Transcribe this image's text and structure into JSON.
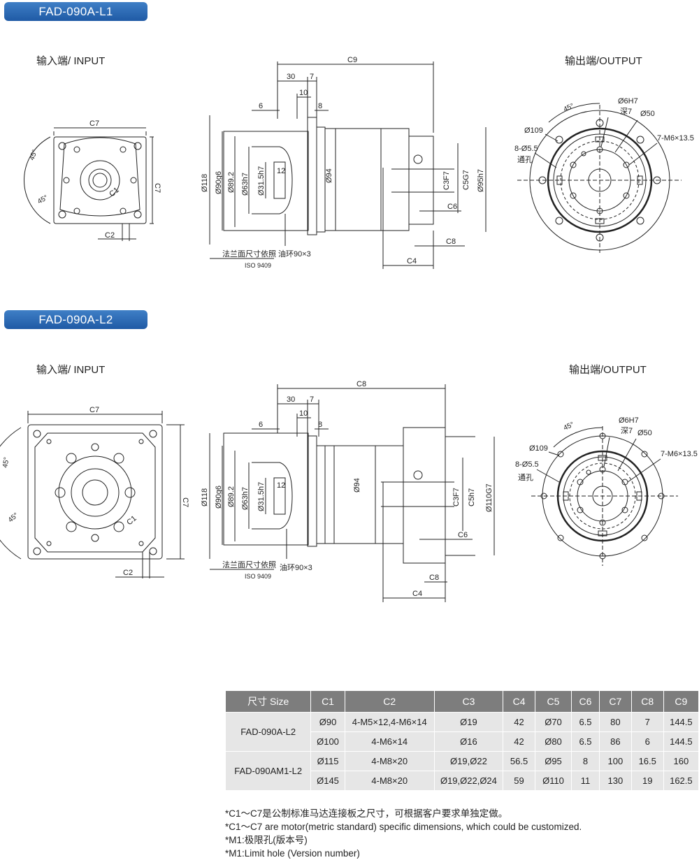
{
  "sections": [
    {
      "title": "FAD-090A-L1",
      "input_label": "输入端/ INPUT",
      "output_label": "输出端/OUTPUT",
      "input_dims": {
        "c7_top": "C7",
        "c7_side": "C7",
        "c2": "C2",
        "c1": "C1",
        "angle_a": "45°",
        "angle_b": "45°"
      },
      "side_dims": {
        "c9": "C9",
        "d30": "30",
        "d7": "7",
        "d10": "10",
        "d6": "6",
        "d8": "8",
        "d118": "Ø118",
        "d90": "Ø90g6",
        "d89": "Ø89.2",
        "d63": "Ø63h7",
        "d31": "Ø31.5h7",
        "d12": "12",
        "d94": "Ø94",
        "c3": "C3F7",
        "c5": "C5G7",
        "d95": "Ø95h7",
        "c6": "C6",
        "c8": "C8",
        "c4": "C4",
        "flange_note": "法兰面尺寸依照",
        "iso": "ISO 9409",
        "oring": "油环90×3"
      },
      "output_dims": {
        "angle": "45°",
        "d6h7": "Ø6H7",
        "depth": "深7",
        "d50": "Ø50",
        "d109": "Ø109",
        "holes": "8-Ø5.5",
        "through": "通孔",
        "threads": "7-M6×13.5"
      }
    },
    {
      "title": "FAD-090A-L2",
      "input_label": "输入端/ INPUT",
      "output_label": "输出端/OUTPUT",
      "input_dims": {
        "c7_top": "C7",
        "c7_side": "C7",
        "c2": "C2",
        "c1": "C1",
        "angle_a": "45°",
        "angle_b": "45°"
      },
      "side_dims": {
        "c9": "C8",
        "d30": "30",
        "d7": "7",
        "d10": "10",
        "d6": "6",
        "d8": "8",
        "d118": "Ø118",
        "d90": "Ø90g6",
        "d89": "Ø89.2",
        "d63": "Ø63h7",
        "d31": "Ø31.5h7",
        "d12": "12",
        "d94": "Ø94",
        "c3": "C3F7",
        "c5": "C5h7",
        "d95": "Ø110G7",
        "c6": "C6",
        "c8": "C8",
        "c4": "C4",
        "flange_note": "法兰面尺寸依照",
        "iso": "ISO 9409",
        "oring": "油环90×3"
      },
      "output_dims": {
        "angle": "45°",
        "d6h7": "Ø6H7",
        "depth": "深7",
        "d50": "Ø50",
        "d109": "Ø109",
        "holes": "8-Ø5.5",
        "through": "通孔",
        "threads": "7-M6×13.5"
      }
    }
  ],
  "table": {
    "headers": [
      "尺寸 Size",
      "C1",
      "C2",
      "C3",
      "C4",
      "C5",
      "C6",
      "C7",
      "C8",
      "C9"
    ],
    "groups": [
      {
        "model": "FAD-090A-L2",
        "rows": [
          [
            "Ø90",
            "4-M5×12,4-M6×14",
            "Ø19",
            "42",
            "Ø70",
            "6.5",
            "80",
            "7",
            "144.5"
          ],
          [
            "Ø100",
            "4-M6×14",
            "Ø16",
            "42",
            "Ø80",
            "6.5",
            "86",
            "6",
            "144.5"
          ]
        ]
      },
      {
        "model": "FAD-090AM1-L2",
        "rows": [
          [
            "Ø115",
            "4-M8×20",
            "Ø19,Ø22",
            "56.5",
            "Ø95",
            "8",
            "100",
            "16.5",
            "160"
          ],
          [
            "Ø145",
            "4-M8×20",
            "Ø19,Ø22,Ø24",
            "59",
            "Ø110",
            "11",
            "130",
            "19",
            "162.5"
          ]
        ]
      }
    ]
  },
  "notes": [
    "*C1～C7是公制标准马达连接板之尺寸，可根据客户要求单独定做。",
    "*C1～C7 are motor(metric standard) specific dimensions, which could be customized.",
    "*M1:极限孔(版本号)",
    "*M1:Limit hole (Version number)"
  ]
}
